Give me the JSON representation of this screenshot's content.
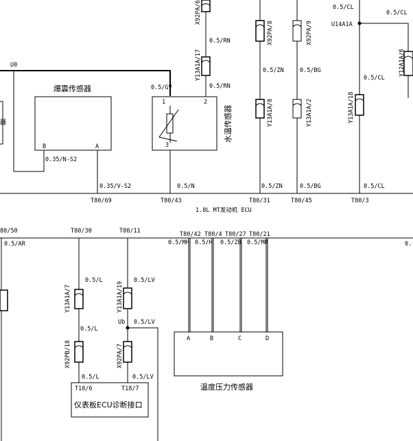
{
  "components": {
    "knock_sensor": "爆震传感器",
    "coolant_temp_sensor": "水温传感器",
    "engine_ecu": "1.8L MT发动机 ECU",
    "temp_pressure_sensor": "温度压力传感器",
    "diag_interface": "仪表板ECU诊断接口"
  },
  "wires": {
    "gv": "0.5/GV",
    "rn_upper": "0.5/RN",
    "rn_lower": "0.5/RN",
    "zn_mid": "0.5/ZN",
    "bg_mid": "0.5/BG",
    "cl_top_a": "0.5/CL",
    "cl_top_b": "0.5/CL",
    "cl_mid": "0.5/CL",
    "ns2": "0.35/N-S2",
    "vs2": "0.35/V-S2",
    "n": "0.5/N",
    "zn_bot": "0.5/ZN",
    "bg_bot": "0.5/BG",
    "cl_bot": "0.5/CL",
    "ar": "0.5/AR",
    "l1": "0.5/L",
    "l2": "0.5/L",
    "l3": "0.5/L",
    "lv1": "0.5/LV",
    "lv2": "0.5/LV",
    "lv3": "0.5/LV",
    "mh": "0.5/MH",
    "h": "0.5/H",
    "zb": "0.5/ZB",
    "mr": "0.5/MR",
    "edge_right": "0."
  },
  "connectors": {
    "x92pa6": "X92PA/6",
    "x92pa8": "X92PA/8",
    "x92pa9": "X92PA/9",
    "y13a1a17": "Y13A1A/17",
    "y13a1a8": "Y13A1A/8",
    "y13a1a2": "Y13A1A/2",
    "y13a1a18": "Y13A1A/18",
    "y12a1a6": "Y12A1A/6",
    "y13a1a7": "Y13A1A/7",
    "y13a1a19": "Y13A1A/19",
    "x92pb18": "X92PB/18",
    "x92pa7": "X92PA/7"
  },
  "splices": {
    "u0": "U0",
    "u14a1a": "U14A1A",
    "ub": "Ub"
  },
  "terminals": {
    "t80_69": "T80/69",
    "t80_43": "T80/43",
    "t80_31": "T80/31",
    "t80_45": "T80/45",
    "t80_3": "T80/3",
    "t80_50": "80/50",
    "t80_30": "T80/30",
    "t80_11": "T80/11",
    "t80_42": "T80/42",
    "t80_4": "T80/4",
    "t80_27": "T80/27",
    "t80_21": "T80/21",
    "t18_6": "T18/6",
    "t18_7": "T18/7"
  },
  "pins": {
    "b": "B",
    "a": "A",
    "p1": "1",
    "p2": "2",
    "p3": "3",
    "tp_a": "A",
    "tp_b": "B",
    "tp_c": "C",
    "tp_d": "D"
  },
  "edge_fragment": "器"
}
